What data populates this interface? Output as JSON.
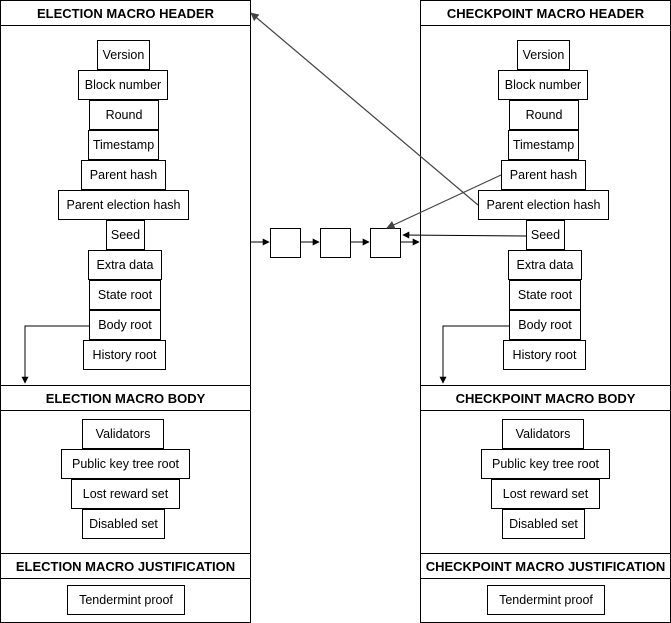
{
  "election": {
    "header_title": "ELECTION MACRO HEADER",
    "header_fields": [
      "Version",
      "Block number",
      "Round",
      "Timestamp",
      "Parent hash",
      "Parent election hash",
      "Seed",
      "Extra data",
      "State root",
      "Body root",
      "History root"
    ],
    "body_title": "ELECTION MACRO BODY",
    "body_fields": [
      "Validators",
      "Public key tree root",
      "Lost reward set",
      "Disabled set"
    ],
    "justification_title": "ELECTION MACRO JUSTIFICATION",
    "justification_fields": [
      "Tendermint proof"
    ]
  },
  "checkpoint": {
    "header_title": "CHECKPOINT MACRO HEADER",
    "header_fields": [
      "Version",
      "Block number",
      "Round",
      "Timestamp",
      "Parent hash",
      "Parent election hash",
      "Seed",
      "Extra data",
      "State root",
      "Body root",
      "History root"
    ],
    "body_title": "CHECKPOINT MACRO BODY",
    "body_fields": [
      "Validators",
      "Public key tree root",
      "Lost reward set",
      "Disabled set"
    ],
    "justification_title": "CHECKPOINT MACRO JUSTIFICATION",
    "justification_fields": [
      "Tendermint proof"
    ]
  },
  "chain": {
    "block_count": 3
  }
}
